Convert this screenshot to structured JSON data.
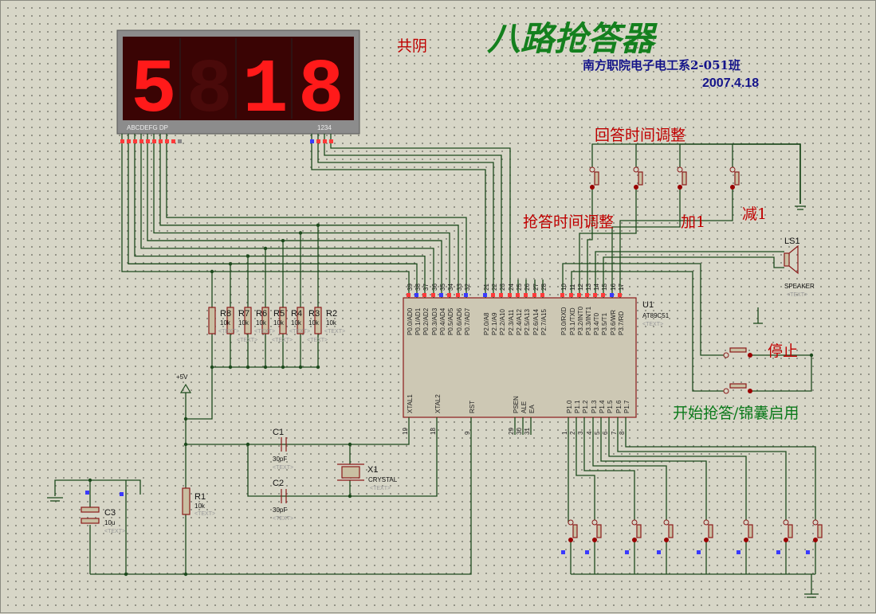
{
  "title": "八路抢答器",
  "subtitle": "南方职院电子电工系2-051班",
  "date": "2007.4.18",
  "display": {
    "type_label": "共阴",
    "digits": [
      "5",
      "8",
      "1",
      "8"
    ],
    "lit": [
      true,
      false,
      true,
      true
    ],
    "seg_label": "ABCDEFG  DP",
    "digit_label": "1234"
  },
  "labels": {
    "answer_time": "回答时间调整",
    "grab_time": "抢答时间调整",
    "plus": "加1",
    "minus": "减1",
    "stop": "停止",
    "start": "开始抢答/锦囊启用"
  },
  "speaker": {
    "ref": "LS1",
    "name": "SPEAKER",
    "text": "<TEXT>"
  },
  "chip": {
    "ref": "U1",
    "part": "AT89C51",
    "text": "<TEXT>",
    "top_pins": [
      [
        "39",
        "P0.0/AD0"
      ],
      [
        "38",
        "P0.1/AD1"
      ],
      [
        "37",
        "P0.2/AD2"
      ],
      [
        "36",
        "P0.3/AD3"
      ],
      [
        "35",
        "P0.4/AD4"
      ],
      [
        "34",
        "P0.5/AD5"
      ],
      [
        "33",
        "P0.6/AD6"
      ],
      [
        "32",
        "P0.7/AD7"
      ],
      [
        "21",
        "P2.0/A8"
      ],
      [
        "22",
        "P2.1/A9"
      ],
      [
        "23",
        "P2.2/A10"
      ],
      [
        "24",
        "P2.3/A11"
      ],
      [
        "25",
        "P2.4/A12"
      ],
      [
        "26",
        "P2.5/A13"
      ],
      [
        "27",
        "P2.6/A14"
      ],
      [
        "28",
        "P2.7/A15"
      ],
      [
        "10",
        "P3.0/RXD"
      ],
      [
        "11",
        "P3.1/TXD"
      ],
      [
        "12",
        "P3.2/INT0"
      ],
      [
        "13",
        "P3.3/INT1"
      ],
      [
        "14",
        "P3.4/T0"
      ],
      [
        "15",
        "P3.5/T1"
      ],
      [
        "16",
        "P3.6/WR"
      ],
      [
        "17",
        "P3.7/RD"
      ]
    ],
    "bottom_pins": [
      [
        "19",
        "XTAL1"
      ],
      [
        "18",
        "XTAL2"
      ],
      [
        "9",
        "RST"
      ],
      [
        "29",
        "PSEN"
      ],
      [
        "30",
        "ALE"
      ],
      [
        "31",
        "EA"
      ],
      [
        "1",
        "P1.0"
      ],
      [
        "2",
        "P1.1"
      ],
      [
        "3",
        "P1.2"
      ],
      [
        "4",
        "P1.3"
      ],
      [
        "5",
        "P1.4"
      ],
      [
        "6",
        "P1.5"
      ],
      [
        "7",
        "P1.6"
      ],
      [
        "8",
        "P1.7"
      ]
    ]
  },
  "resistors": [
    {
      "ref": "R8",
      "value": "10k"
    },
    {
      "ref": "R7",
      "value": "10k"
    },
    {
      "ref": "R6",
      "value": "10k"
    },
    {
      "ref": "R5",
      "value": "10k"
    },
    {
      "ref": "R4",
      "value": "10k"
    },
    {
      "ref": "R3",
      "value": "10k"
    },
    {
      "ref": "R2",
      "value": "10k"
    }
  ],
  "resistor_text": "<TEXT>",
  "power": "+5V",
  "r1": {
    "ref": "R1",
    "value": "10k",
    "text": "<TEXT>"
  },
  "c1": {
    "ref": "C1",
    "value": "30pF",
    "text": "<TEXT>"
  },
  "c2": {
    "ref": "C2",
    "value": "30pF",
    "text": "<TEXT>"
  },
  "c3": {
    "ref": "C3",
    "value": "10u",
    "text": "<TEXT>"
  },
  "x1": {
    "ref": "X1",
    "value": "CRYSTAL",
    "text": "<TEXT>"
  }
}
